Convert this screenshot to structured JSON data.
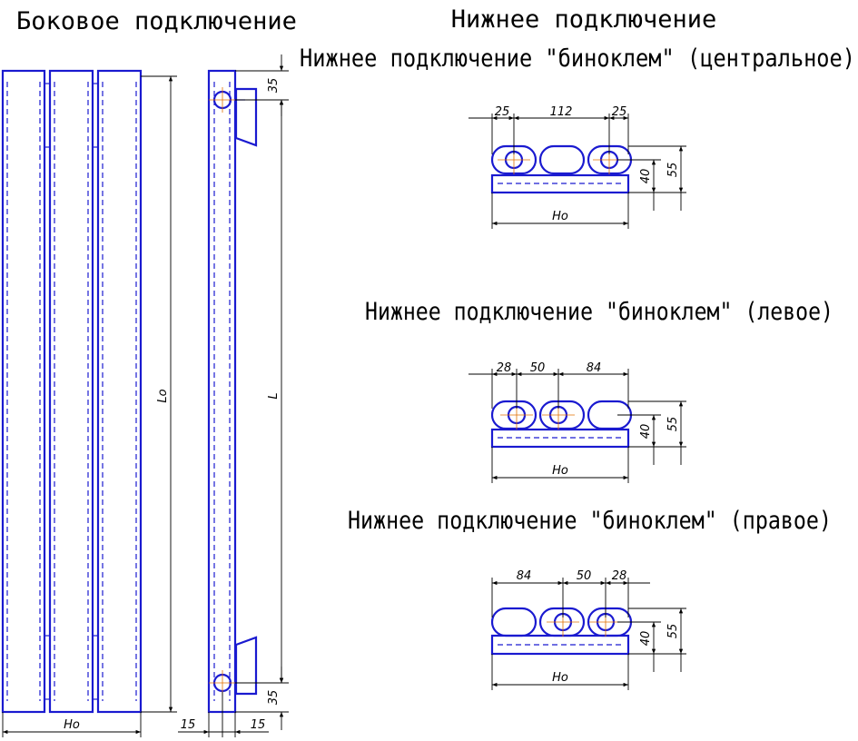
{
  "titles": {
    "side": "Боковое подключение",
    "bottom": "Нижнее подключение",
    "central": "Нижнее подключение \"биноклем\" (центральное)",
    "left": "Нижнее подключение \"биноклем\" (левое)",
    "right": "Нижнее подключение \"биноклем\" (правое)"
  },
  "side_view": {
    "height_label": "Lo",
    "width_label": "Ho"
  },
  "profile_view": {
    "length_label": "L",
    "top_offset": "35",
    "bottom_offset": "35",
    "left_offset": "15",
    "right_offset": "15"
  },
  "central_view": {
    "dim_a": "25",
    "dim_b": "112",
    "dim_c": "25",
    "height_inner": "40",
    "height_outer": "55",
    "width_label": "Ho"
  },
  "left_view": {
    "dim_a": "28",
    "dim_b": "50",
    "dim_c": "84",
    "height_inner": "40",
    "height_outer": "55",
    "width_label": "Ho"
  },
  "right_view": {
    "dim_a": "84",
    "dim_b": "50",
    "dim_c": "28",
    "height_inner": "40",
    "height_outer": "55",
    "width_label": "Ho"
  }
}
